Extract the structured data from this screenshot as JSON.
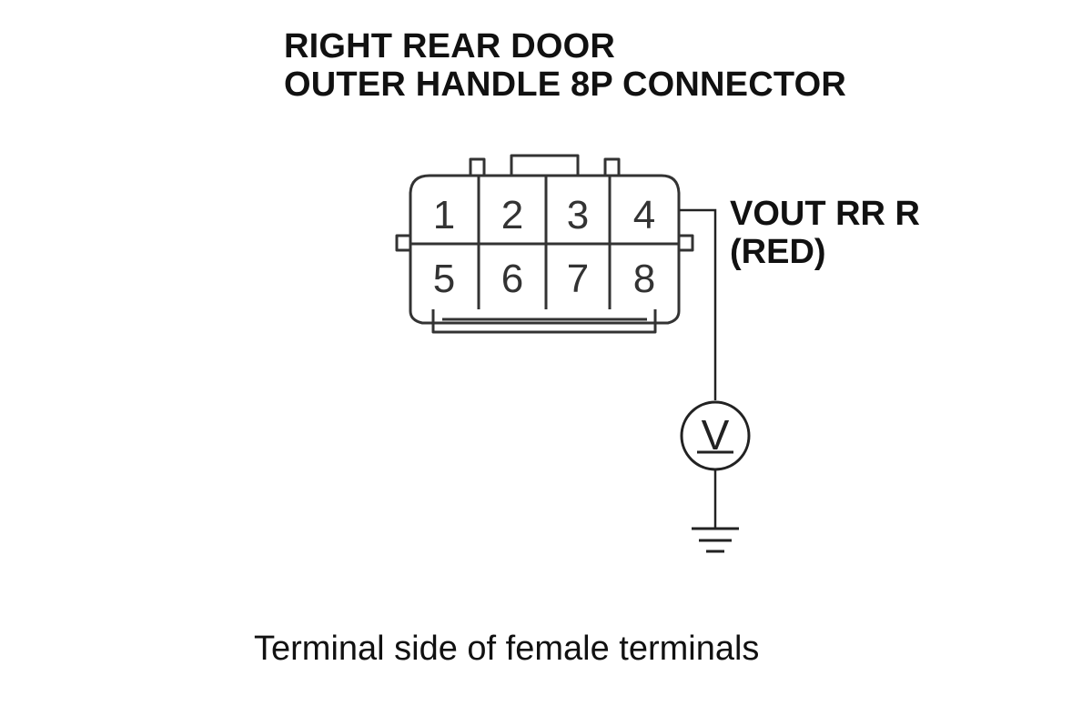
{
  "title": {
    "line1": "RIGHT REAR DOOR",
    "line2": "OUTER HANDLE 8P CONNECTOR"
  },
  "connector": {
    "pins_top": [
      "1",
      "2",
      "3",
      "4"
    ],
    "pins_bottom": [
      "5",
      "6",
      "7",
      "8"
    ]
  },
  "wire": {
    "name": "VOUT RR R",
    "color": "(RED)"
  },
  "meter": {
    "symbol": "V"
  },
  "caption": "Terminal side of female terminals"
}
